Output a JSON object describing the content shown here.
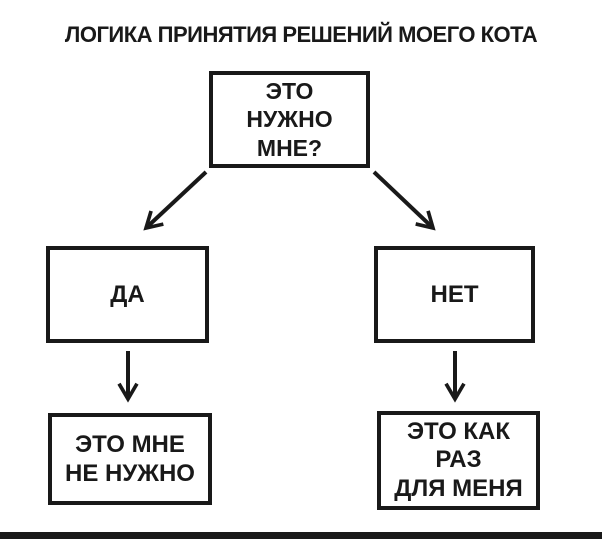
{
  "colors": {
    "ink": "#191919",
    "background": "#ffffff"
  },
  "title": "ЛОГИКА ПРИНЯТИЯ РЕШЕНИЙ МОЕГО КОТА",
  "flowchart": {
    "nodes": {
      "root": {
        "label": "ЭТО\nНУЖНО\nМНЕ?"
      },
      "yes": {
        "label": "ДА"
      },
      "no": {
        "label": "НЕТ"
      },
      "yes_result": {
        "label": "ЭТО МНЕ\nНЕ НУЖНО"
      },
      "no_result": {
        "label": "ЭТО КАК\nРАЗ\nДЛЯ МЕНЯ"
      }
    },
    "edges": [
      {
        "from": "root",
        "to": "yes"
      },
      {
        "from": "root",
        "to": "no"
      },
      {
        "from": "yes",
        "to": "yes_result"
      },
      {
        "from": "no",
        "to": "no_result"
      }
    ]
  }
}
